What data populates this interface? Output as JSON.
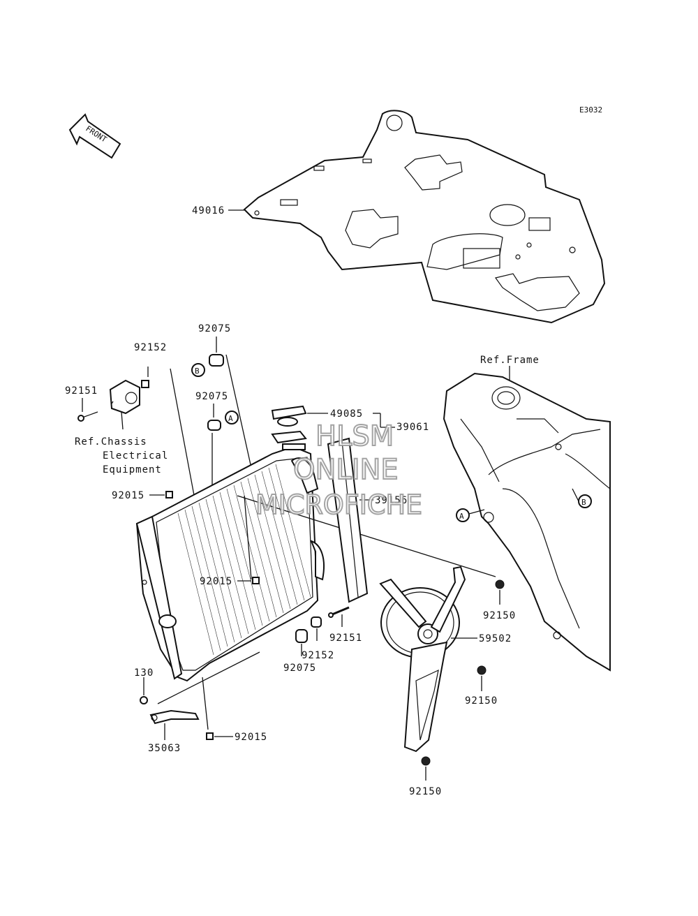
{
  "diagram_code": "E3032",
  "front_arrow_label": "FRONT",
  "watermark": {
    "line1": "HLSM",
    "line2": "ONLINE",
    "line3": "MICROFICHE"
  },
  "refs": {
    "chassis": [
      "Ref.Chassis",
      "Electrical",
      "Equipment"
    ],
    "frame": "Ref.Frame"
  },
  "markers": {
    "a": "A",
    "b": "B"
  },
  "parts": [
    {
      "id": "49016"
    },
    {
      "id": "92075"
    },
    {
      "id": "92152"
    },
    {
      "id": "92151"
    },
    {
      "id": "92075"
    },
    {
      "id": "49085"
    },
    {
      "id": "39061"
    },
    {
      "id": "92015"
    },
    {
      "id": "39156"
    },
    {
      "id": "92015"
    },
    {
      "id": "92150"
    },
    {
      "id": "92151"
    },
    {
      "id": "59502"
    },
    {
      "id": "92152"
    },
    {
      "id": "92075"
    },
    {
      "id": "130"
    },
    {
      "id": "92150"
    },
    {
      "id": "35063"
    },
    {
      "id": "92015"
    },
    {
      "id": "92150"
    }
  ]
}
